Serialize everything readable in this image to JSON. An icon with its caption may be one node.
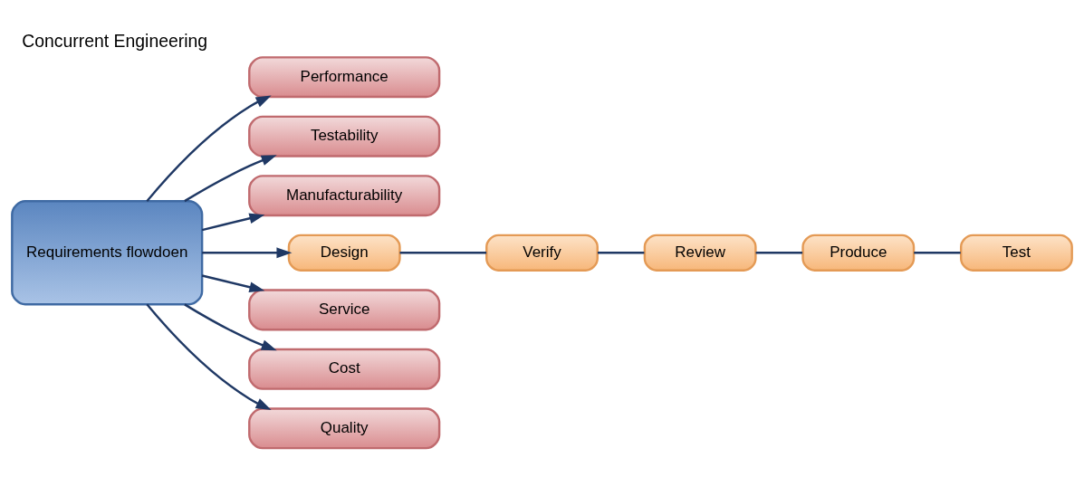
{
  "diagram": {
    "title": "Concurrent Engineering",
    "nodes": [
      {
        "text": [
          "Requirements flowdoen"
        ]
      },
      {
        "text": [
          "Performance"
        ]
      },
      {
        "text": [
          "Testability"
        ]
      },
      {
        "text": [
          "Manufacturability"
        ]
      },
      {
        "text": [
          "Design"
        ]
      },
      {
        "text": [
          "Verify"
        ]
      },
      {
        "text": [
          "Review"
        ]
      },
      {
        "text": [
          "Produce"
        ]
      },
      {
        "text": [
          "Test"
        ]
      },
      {
        "text": [
          "Service"
        ]
      },
      {
        "text": [
          "Cost"
        ]
      },
      {
        "text": [
          "Quality"
        ]
      }
    ],
    "edges": [
      {
        "from": 0,
        "to": 1,
        "arrow": "to"
      },
      {
        "from": 0,
        "to": 2,
        "arrow": "to"
      },
      {
        "from": 0,
        "to": 3,
        "arrow": "to"
      },
      {
        "from": 0,
        "to": 4,
        "arrow": "to"
      },
      {
        "from": 0,
        "to": 9,
        "arrow": "to"
      },
      {
        "from": 0,
        "to": 10,
        "arrow": "to"
      },
      {
        "from": 0,
        "to": 11,
        "arrow": "to"
      },
      {
        "from": 4,
        "to": 5,
        "arrow": "none"
      },
      {
        "from": 5,
        "to": 6,
        "arrow": "none"
      },
      {
        "from": 6,
        "to": 7,
        "arrow": "none"
      },
      {
        "from": 7,
        "to": 8,
        "arrow": "none"
      }
    ]
  }
}
